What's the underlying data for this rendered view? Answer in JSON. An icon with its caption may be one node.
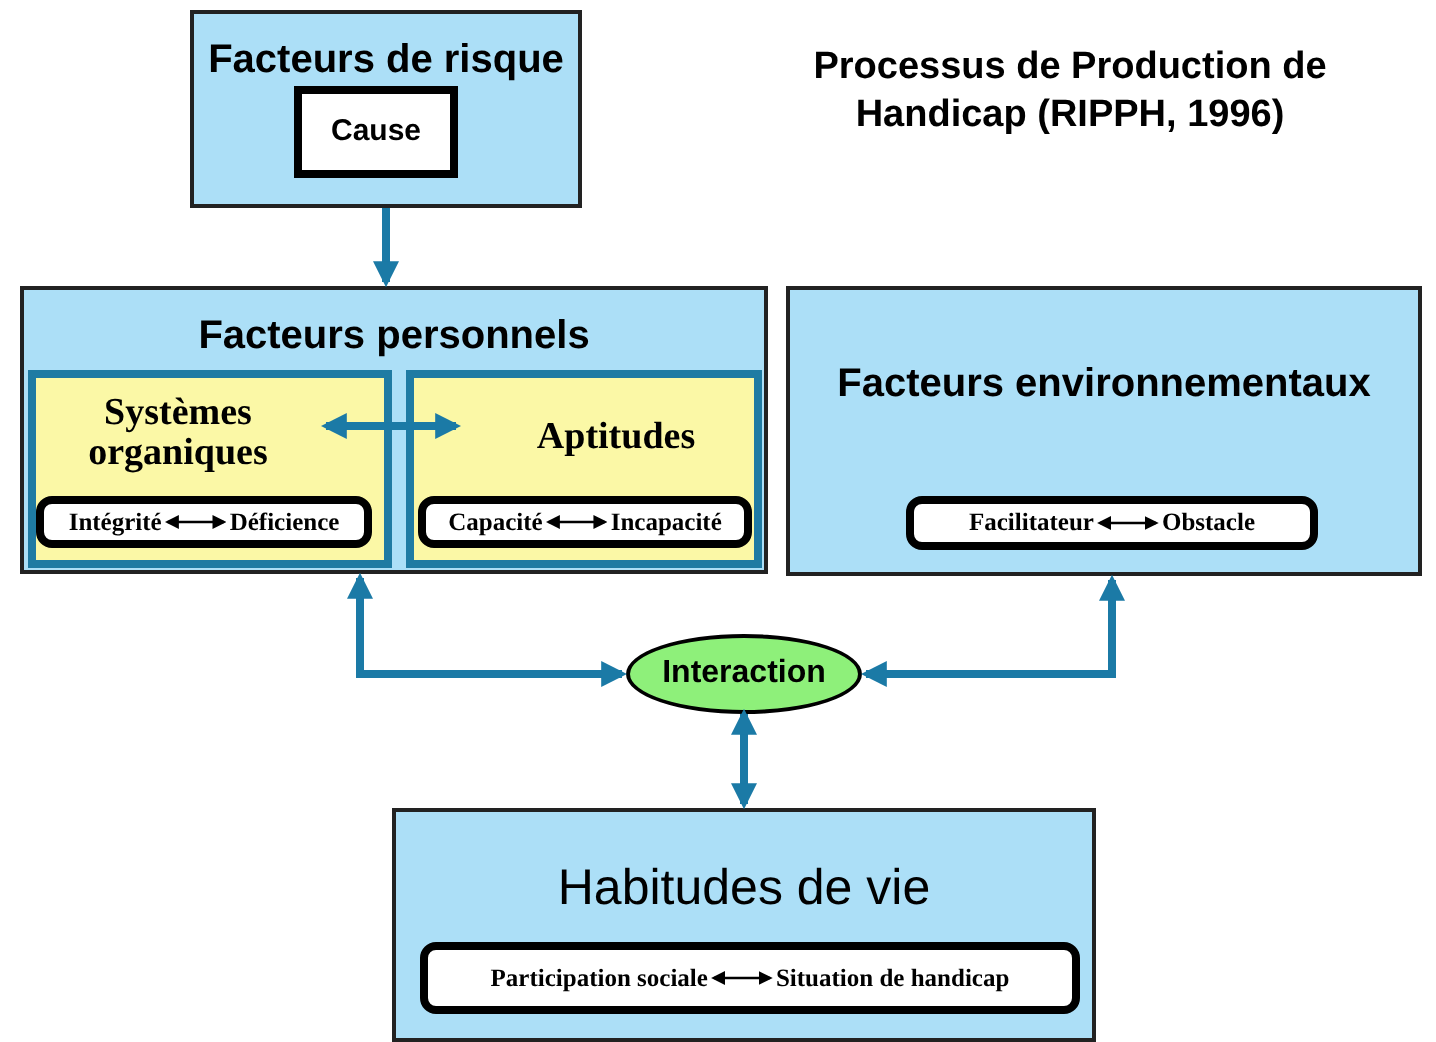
{
  "diagram": {
    "title": "Processus de Production de Handicap (RIPPH, 1996)",
    "nodes": [
      {
        "text": [
          "Facteurs de risque"
        ]
      },
      {
        "text": [
          "Cause"
        ],
        "in": 0
      },
      {
        "text": [
          "Facteurs personnels"
        ]
      },
      {
        "text": [
          "Systèmes organiques"
        ],
        "in": 2
      },
      {
        "text": [],
        "shape": "box",
        "in": 3
      },
      {
        "text": [
          "Intégrité"
        ],
        "in": 4
      },
      {
        "text": [
          "Déficience"
        ],
        "in": 4
      },
      {
        "text": [
          "Aptitudes"
        ],
        "in": 2
      },
      {
        "text": [],
        "shape": "box",
        "in": 7
      },
      {
        "text": [
          "Capacité"
        ],
        "in": 8
      },
      {
        "text": [
          "Incapacité"
        ],
        "in": 8
      },
      {
        "text": [
          "Facteurs environnementaux"
        ]
      },
      {
        "text": [],
        "shape": "box",
        "in": 11
      },
      {
        "text": [
          "Facilitateur"
        ],
        "in": 12
      },
      {
        "text": [
          "Obstacle"
        ],
        "in": 12
      },
      {
        "text": [
          "Interaction"
        ]
      },
      {
        "text": [
          "Habitudes de vie"
        ]
      },
      {
        "text": [],
        "shape": "box",
        "in": 16
      },
      {
        "text": [
          "Participation sociale"
        ],
        "in": 17
      },
      {
        "text": [
          "Situation de handicap"
        ],
        "in": 17
      }
    ],
    "edges": [
      {
        "from": 0,
        "to": 2,
        "arrow": "to"
      },
      {
        "from": 3,
        "to": 7,
        "arrow": "both"
      },
      {
        "from": 5,
        "to": 6,
        "arrow": "both",
        "color": "#000000"
      },
      {
        "from": 9,
        "to": 10,
        "arrow": "both",
        "color": "#000000"
      },
      {
        "from": 13,
        "to": 14,
        "arrow": "both",
        "color": "#000000"
      },
      {
        "from": 18,
        "to": 19,
        "arrow": "both",
        "color": "#000000"
      },
      {
        "from": 15,
        "to": 2,
        "arrow": "both"
      },
      {
        "from": 15,
        "to": 11,
        "arrow": "both"
      },
      {
        "from": 15,
        "to": 16,
        "arrow": "both"
      }
    ]
  }
}
